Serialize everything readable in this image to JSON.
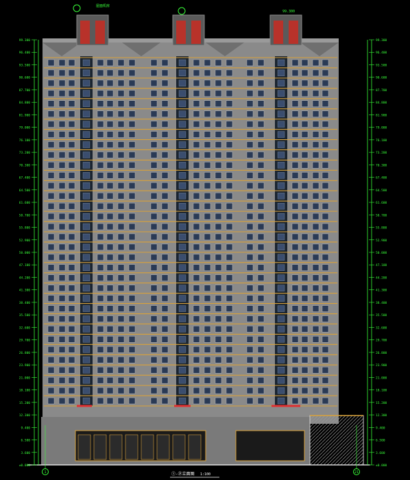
{
  "drawing": {
    "title": "①-㉑立面图",
    "scale": "1:100",
    "axis_left": "1",
    "axis_right": "21",
    "top_note_left": "屋面机房",
    "top_note_right": "99.300"
  },
  "colors": {
    "background": "#000000",
    "facade": "#8a8a8a",
    "facade_dark": "#6f6f6f",
    "core_dark": "#1a2430",
    "window": "#2a3a55",
    "window_frame": "#c8c8c8",
    "balcony": "#d9a23a",
    "dimension": "#39ff39",
    "roof_red": "#b8322a",
    "accent_red": "#e03030",
    "podium": "#7a7a7a",
    "hatch": "#9a9a9a"
  },
  "levels_left": [
    "99.300",
    "96.400",
    "93.500",
    "90.600",
    "87.700",
    "84.800",
    "81.900",
    "79.000",
    "76.100",
    "73.200",
    "70.300",
    "67.400",
    "64.500",
    "61.600",
    "58.700",
    "55.800",
    "52.900",
    "50.000",
    "47.100",
    "44.200",
    "41.300",
    "38.400",
    "35.500",
    "32.600",
    "29.700",
    "26.800",
    "23.900",
    "21.000",
    "18.100",
    "15.200",
    "12.300",
    "9.400",
    "6.500",
    "3.600",
    "±0.000"
  ],
  "levels_right": [
    "99.300",
    "96.400",
    "93.500",
    "90.600",
    "87.700",
    "84.800",
    "81.900",
    "79.000",
    "76.100",
    "73.200",
    "70.300",
    "67.400",
    "64.500",
    "61.600",
    "58.700",
    "55.800",
    "52.900",
    "50.000",
    "47.100",
    "44.200",
    "41.300",
    "38.400",
    "35.500",
    "32.600",
    "29.700",
    "26.800",
    "23.900",
    "21.000",
    "18.100",
    "15.200",
    "12.300",
    "9.400",
    "6.500",
    "3.600",
    "±0.000"
  ]
}
